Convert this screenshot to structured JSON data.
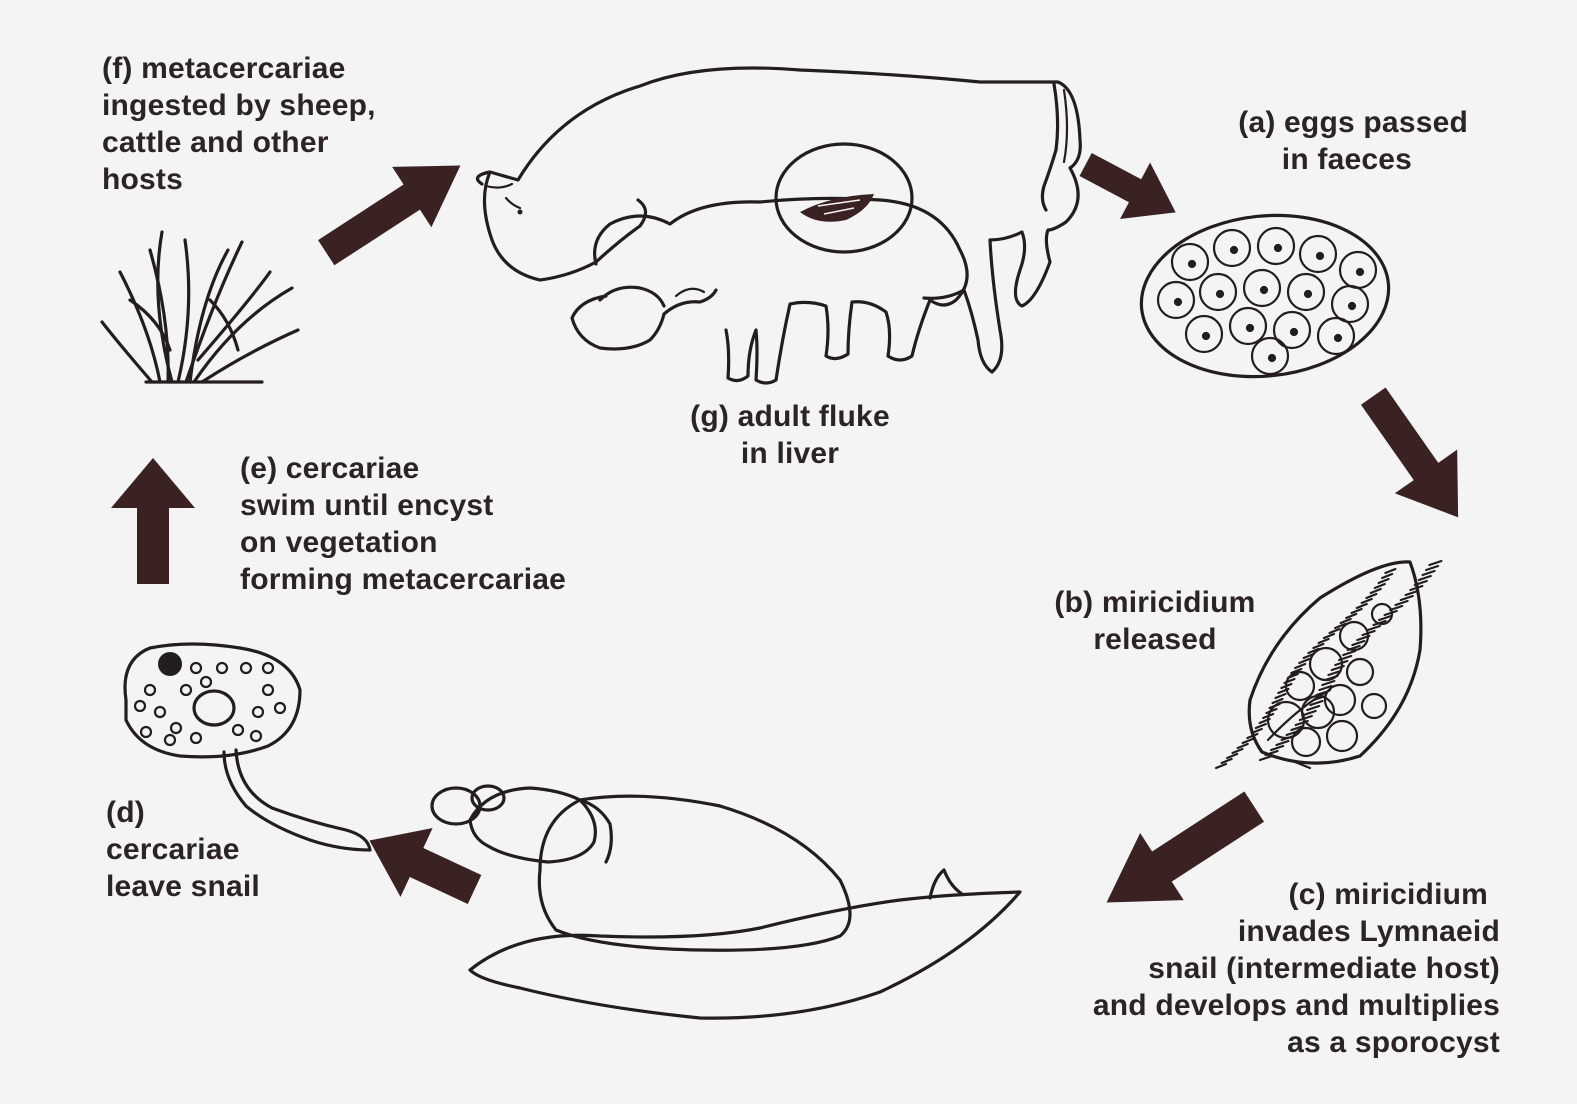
{
  "colors": {
    "background": "#f4f4f4",
    "ink": "#241d1e",
    "arrow": "#3a2223"
  },
  "stages": {
    "f": {
      "lines": [
        "(f) metacercariae",
        "ingested by sheep,",
        "cattle and other",
        "hosts"
      ]
    },
    "a": {
      "lines": [
        "(a) eggs passed",
        "in faeces"
      ]
    },
    "g": {
      "lines": [
        "(g) adult fluke",
        "in liver"
      ]
    },
    "e": {
      "lines": [
        "(e) cercariae",
        "swim until encyst",
        "on vegetation",
        "forming metacercariae"
      ]
    },
    "b": {
      "lines": [
        "(b) miricidium",
        "released"
      ]
    },
    "d": {
      "lines": [
        "(d)",
        "cercariae",
        "leave snail"
      ]
    },
    "c": {
      "lines": [
        "(c) miricidium",
        "invades Lymnaeid",
        "snail (intermediate host)",
        "and develops and multiplies",
        "as a sporocyst"
      ]
    }
  },
  "illustrations": {
    "host": "cow-and-sheep-illustration",
    "liver_fluke": "liver-fluke-inset",
    "eggs": "egg-cluster-illustration",
    "miracidium": "miracidium-illustration",
    "snail": "snail-illustration",
    "cercaria": "cercaria-illustration",
    "vegetation": "grass-illustration"
  }
}
